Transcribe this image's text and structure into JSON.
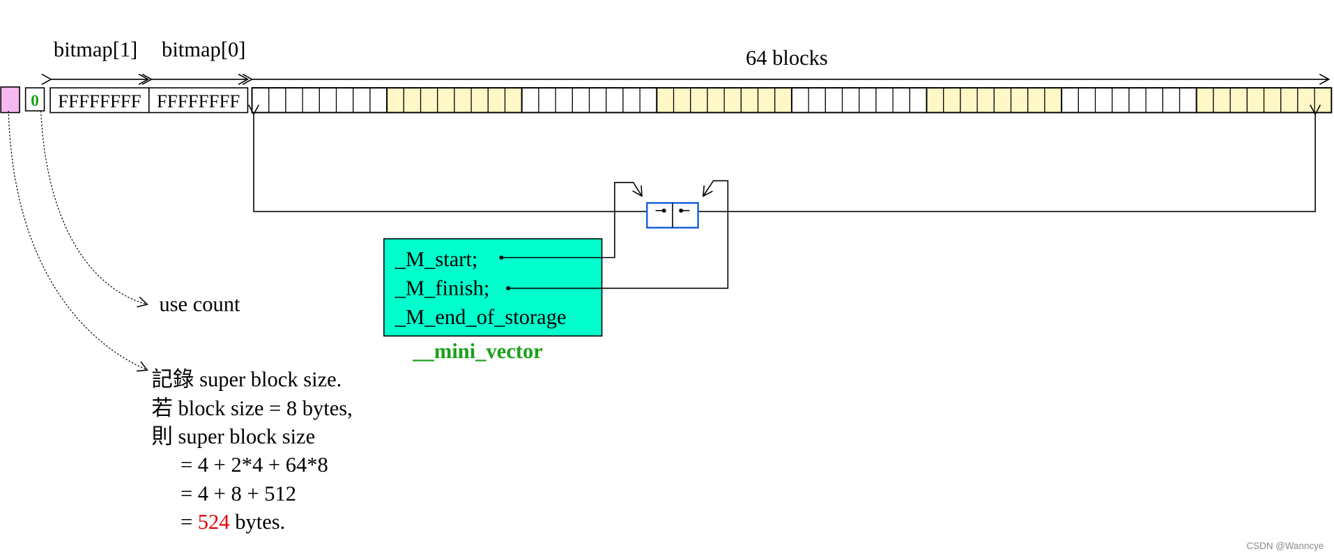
{
  "labels": {
    "bitmap1": "bitmap[1]",
    "bitmap0": "bitmap[0]",
    "blocks": "64 blocks",
    "use_count_value": "0",
    "bitmap1_value": "FFFFFFFF",
    "bitmap0_value": "FFFFFFFF",
    "use_count": "use count",
    "vector_name": "__mini_vector",
    "watermark": "CSDN @Wanncye"
  },
  "vector_fields": [
    "_M_start;",
    "_M_finish;",
    "_M_end_of_storage"
  ],
  "size_note": {
    "line1": "記錄 super block size.",
    "line2": "若 block  size = 8 bytes,",
    "line3": "則 super block size",
    "line4": "= 4 + 2*4 + 64*8",
    "line5": "= 4 + 8 + 512",
    "line6_prefix": "= ",
    "line6_value": "524",
    "line6_suffix": " bytes."
  },
  "colors": {
    "size_header": "#f5b8f0",
    "block_plain": "#ffffff",
    "block_used": "#fff8c6",
    "vector_box": "#00ffcc",
    "vector_label": "#1aa01a",
    "use_count_text": "#1aa01a",
    "pointer_pair": "#1560d8",
    "highlight": "#e00000"
  },
  "block_groups": [
    {
      "count": 8,
      "color": "block_plain"
    },
    {
      "count": 8,
      "color": "block_used"
    },
    {
      "count": 8,
      "color": "block_plain"
    },
    {
      "count": 8,
      "color": "block_used"
    },
    {
      "count": 8,
      "color": "block_plain"
    },
    {
      "count": 8,
      "color": "block_used"
    },
    {
      "count": 8,
      "color": "block_plain"
    },
    {
      "count": 8,
      "color": "block_used"
    }
  ]
}
